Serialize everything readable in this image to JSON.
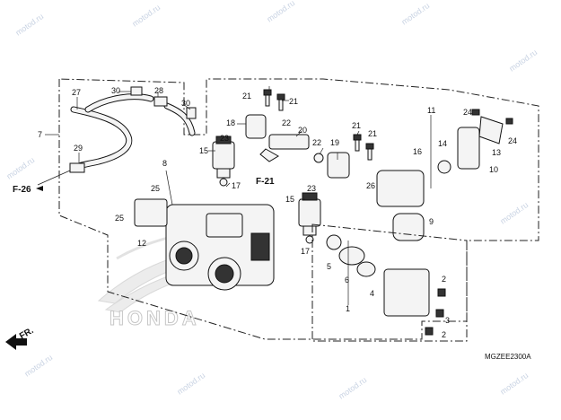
{
  "watermark": {
    "text": "motod.ru"
  },
  "brand": {
    "logo_text": "HONDA"
  },
  "diagram_code": "MGZEE2300A",
  "refs": {
    "f26": "F-26",
    "f21": "F-21",
    "fr": "FR."
  },
  "callouts": {
    "c1": "1",
    "c2a": "2",
    "c2b": "2",
    "c3": "3",
    "c4": "4",
    "c5": "5",
    "c6": "6",
    "c7": "7",
    "c8": "8",
    "c9": "9",
    "c10": "10",
    "c11": "11",
    "c12": "12",
    "c13": "13",
    "c14": "14",
    "c15a": "15",
    "c15b": "15",
    "c16": "16",
    "c17a": "17",
    "c17b": "17",
    "c18": "18",
    "c19": "19",
    "c20": "20",
    "c21a": "21",
    "c21b": "21",
    "c21c": "21",
    "c21d": "21",
    "c22a": "22",
    "c22b": "22",
    "c23a": "23",
    "c23b": "23",
    "c24a": "24",
    "c24b": "24",
    "c25a": "25",
    "c25b": "25",
    "c26": "26",
    "c27": "27",
    "c28": "28",
    "c29": "29",
    "c30a": "30",
    "c30b": "30"
  }
}
